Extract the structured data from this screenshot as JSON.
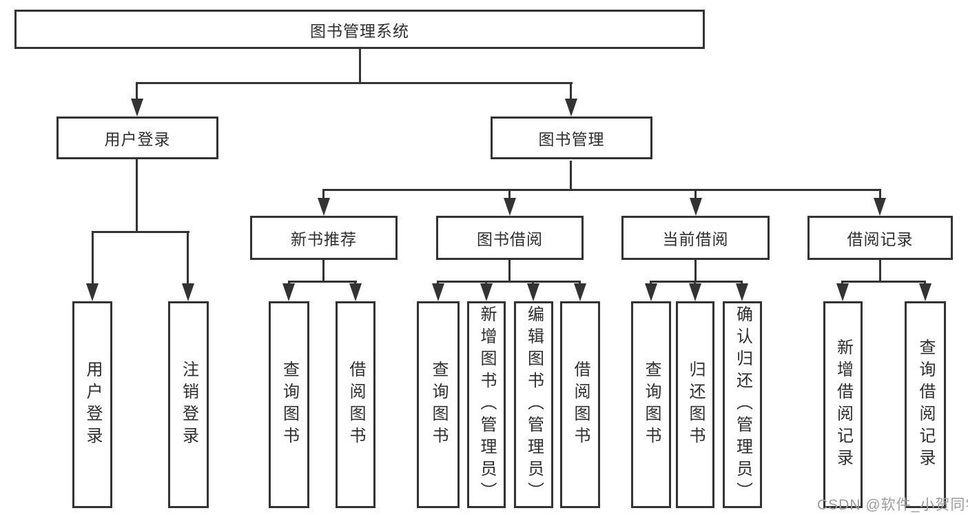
{
  "diagram": {
    "root": {
      "label": "图书管理系统"
    },
    "level2": [
      {
        "label": "用户登录"
      },
      {
        "label": "图书管理"
      }
    ],
    "level3": [
      {
        "label": "新书推荐"
      },
      {
        "label": "图书借阅"
      },
      {
        "label": "当前借阅"
      },
      {
        "label": "借阅记录"
      }
    ],
    "leaves": [
      {
        "label": "用户登录"
      },
      {
        "label": "注销登录"
      },
      {
        "label": "查询图书"
      },
      {
        "label": "借阅图书"
      },
      {
        "label": "查询图书"
      },
      {
        "label": "新增图书（管理员）"
      },
      {
        "label": "编辑图书（管理员）"
      },
      {
        "label": "借阅图书"
      },
      {
        "label": "查询图书"
      },
      {
        "label": "归还图书"
      },
      {
        "label": "确认归还（管理员）"
      },
      {
        "label": "新增借阅记录"
      },
      {
        "label": "查询借阅记录"
      }
    ]
  },
  "watermark": {
    "text": "CSDN @软件_小贺同学"
  },
  "colors": {
    "line": "#333333",
    "text": "#2e2e2e",
    "watermark": "#9d9d9d",
    "background": "#ffffff"
  }
}
